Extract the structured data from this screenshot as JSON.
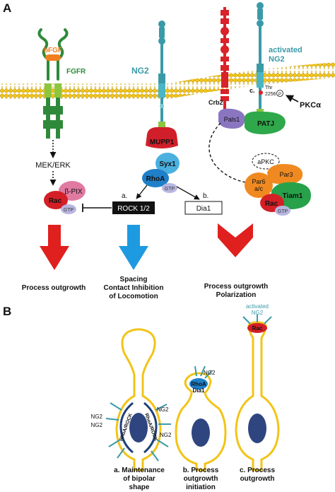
{
  "panel_a": {
    "letter": "A",
    "fgfr": {
      "ligand": "bFGF",
      "receptor": "FGFR"
    },
    "ng2": {
      "label": "NG2"
    },
    "crb2": {
      "label": "Crb2"
    },
    "activated_ng2": {
      "line1": "activated",
      "line2": "NG2"
    },
    "phospho": {
      "site": "c.",
      "thr": "Thr",
      "thr_num": "2256",
      "p": "P",
      "kinase": "PKCα"
    },
    "pals1": "Pals1",
    "patj": "PATJ",
    "mek": "MEK/ERK",
    "rac": "Rac",
    "beta_pix": "β-PIX",
    "gtp": "GTP",
    "mupp1": "MUPP1",
    "syx1": "Syx1",
    "rhoa": "RhoA",
    "branch_a": "a.",
    "branch_b": "b.",
    "rock": "ROCK 1/2",
    "dia1": "Dia1",
    "apkc": "aPKC",
    "par3": "Par3",
    "par6_line1": "Par6",
    "par6_line2": "a/c",
    "tiam1": "Tiam1",
    "outcomes": {
      "left": "Process outgrowth",
      "mid_line1": "Spacing",
      "mid_line2": "Contact Inhibition",
      "mid_line3": "of Locomotion",
      "right_line1": "Process outgrowth",
      "right_line2": "Polarization"
    },
    "colors": {
      "membrane": "#f2c418",
      "fgfr_green": "#3a9a3a",
      "ng2_teal": "#3a9aa8",
      "crb_red": "#d8232a",
      "mupp1_red": "#d01f2a",
      "syx1_blue": "#4ab0e0",
      "rhoa_blue": "#1f7fc8",
      "gtp_lilac": "#b8b6e0",
      "rac_red": "#d41f26",
      "bpix_pink": "#e07aa0",
      "pals1_purple": "#8a76c0",
      "patj_green": "#2ea84a",
      "par_orange": "#f08a20",
      "tiam1_green": "#27a24a",
      "arrow_red": "#e0201e",
      "arrow_blue": "#1e9ae0"
    }
  },
  "panel_b": {
    "letter": "B",
    "cell_a": {
      "ng2_labels": [
        "NG2",
        "NG2",
        "NG2",
        "NG2"
      ],
      "left_arc": "RhoA/ROCK",
      "right_arc": "RhoA/ROCK",
      "caption_line1": "a. Maintenance",
      "caption_line2": "of bipolar",
      "caption_line3": "shape"
    },
    "cell_b": {
      "ng2": "NG2",
      "rhoa": "RhoA",
      "dia1": "Dia1",
      "caption_line1": "b. Process",
      "caption_line2": "outgrowth",
      "caption_line3": "initiation"
    },
    "cell_c": {
      "activated_line1": "activated",
      "activated_line2": "NG2",
      "rac": "Rac",
      "caption_line1": "c. Process",
      "caption_line2": "outgrowth"
    }
  }
}
